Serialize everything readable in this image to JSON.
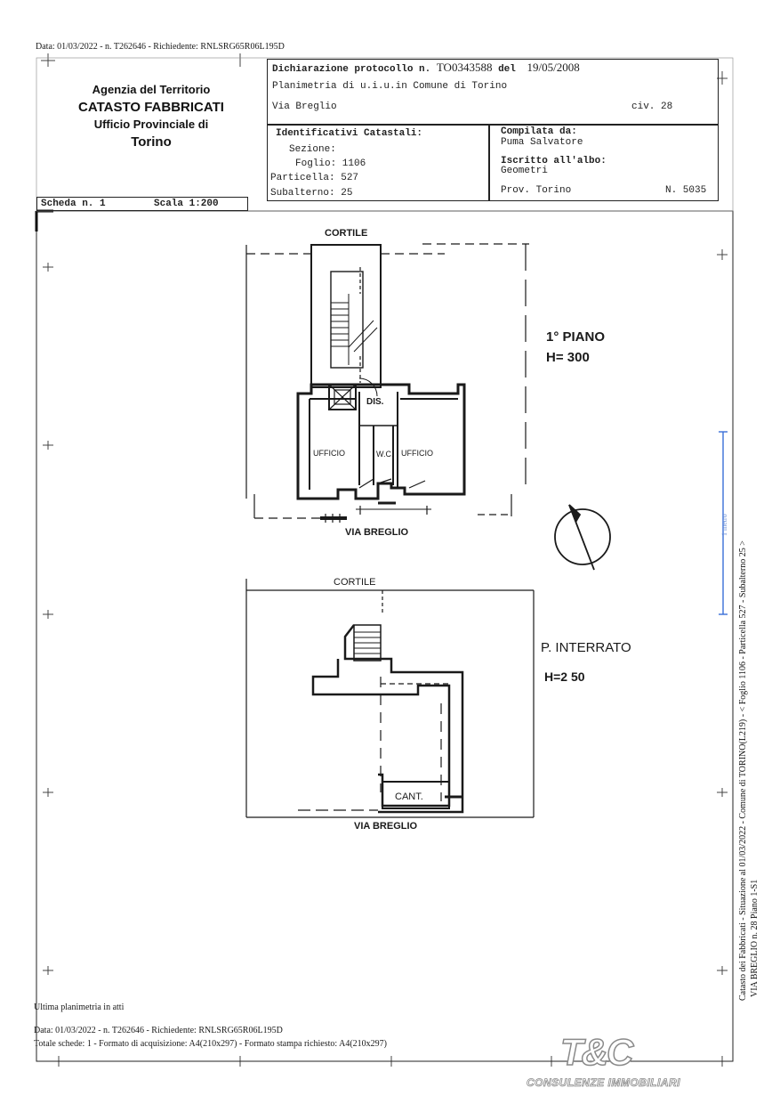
{
  "header": {
    "request_line": "Data: 01/03/2022 - n. T262646 - Richiedente: RNLSRG65R06L195D"
  },
  "agency": {
    "line1": "Agenzia del Territorio",
    "line2": "CATASTO FABBRICATI",
    "line3": "Ufficio Provinciale di",
    "line4": "Torino"
  },
  "declaration": {
    "label": "Dichiarazione protocollo n.",
    "protocol": "TO0343588",
    "date_label": "del",
    "date": "19/05/2008"
  },
  "plan_title": "Planimetria di u.i.u.in Comune di Torino",
  "address": {
    "street": "Via Breglio",
    "civic": "civ. 28"
  },
  "identifiers": {
    "title": "Identificativi Catastali:",
    "sezione": "Sezione:",
    "foglio": "Foglio: 1106",
    "particella": "Particella: 527",
    "subalterno": "Subalterno: 25"
  },
  "compiler": {
    "label": "Compilata da:",
    "name": "Puma Salvatore",
    "albo_label": "Iscritto all'albo:",
    "albo": "Geometri",
    "prov": "Prov. Torino",
    "number": "N.  5035"
  },
  "scheda": {
    "number": "Scheda n. 1",
    "scale": "Scala 1:200"
  },
  "floor1": {
    "courtyard": "CORTILE",
    "level": "1° PIANO",
    "height": "H= 300",
    "room_dis": "DIS.",
    "room_ufficio_left": "UFFICIO",
    "room_wc": "W.C.",
    "room_ufficio_right": "UFFICIO",
    "street": "VIA BREGLIO"
  },
  "basement": {
    "courtyard": "CORTILE",
    "level": "P. INTERRATO",
    "height": "H=2 50",
    "room_cant": "CANT.",
    "street": "VIA BREGLIO"
  },
  "footer": {
    "last_plan": "Ultima planimetria in atti",
    "request_line": "Data: 01/03/2022 - n. T262646 - Richiedente: RNLSRG65R06L195D",
    "schede": "Totale schede: 1 - Formato di acquisizione: A4(210x297)  - Formato stampa richiesto: A4(210x297)"
  },
  "side_text": {
    "line1": "Catasto dei Fabbricati - Situazione al 01/03/2022 - Comune di TORINO(L219) - < Foglio 1106 - Particella 527 - Subalterno 25 >",
    "line2": "VIA BREGLIO n. 28 Piano 1-S1",
    "stamp": "1 metro"
  },
  "logo": {
    "mark": "T&C",
    "tagline": "CONSULENZE IMMOBILIARI"
  },
  "colors": {
    "ink": "#1a1a1a",
    "frame": "#222222",
    "blue_mark": "#3a6fd8",
    "logo": "#9a9a9a"
  }
}
